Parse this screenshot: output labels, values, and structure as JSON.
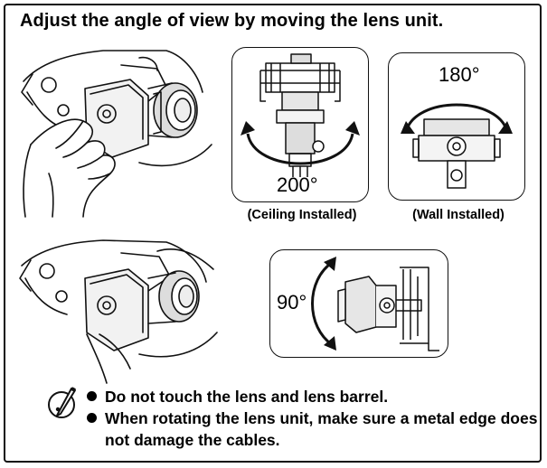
{
  "title": "Adjust the angle of view by moving the lens unit.",
  "ceiling": {
    "angle": "200°",
    "caption": "(Ceiling Installed)"
  },
  "wall": {
    "angle": "180°",
    "caption": "(Wall Installed)"
  },
  "tilt": {
    "angle": "90°"
  },
  "notes": [
    "Do not touch the lens and lens barrel.",
    "When rotating the lens unit, make sure a metal edge does not damage the cables."
  ],
  "icons": {
    "note": "pencil-note-icon"
  }
}
